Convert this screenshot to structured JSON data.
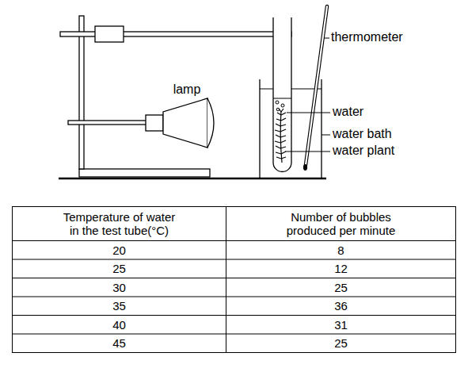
{
  "diagram": {
    "labels": [
      "thermometer",
      "lamp",
      "water",
      "water bath",
      "water plant",
      "Temperature of water in the test tube(°C)",
      "Number of bubbles produced per minute",
      "20",
      "8",
      "25",
      "12",
      "30",
      "25",
      "35",
      "36",
      "40",
      "31",
      "45",
      "25"
    ]
  }
}
